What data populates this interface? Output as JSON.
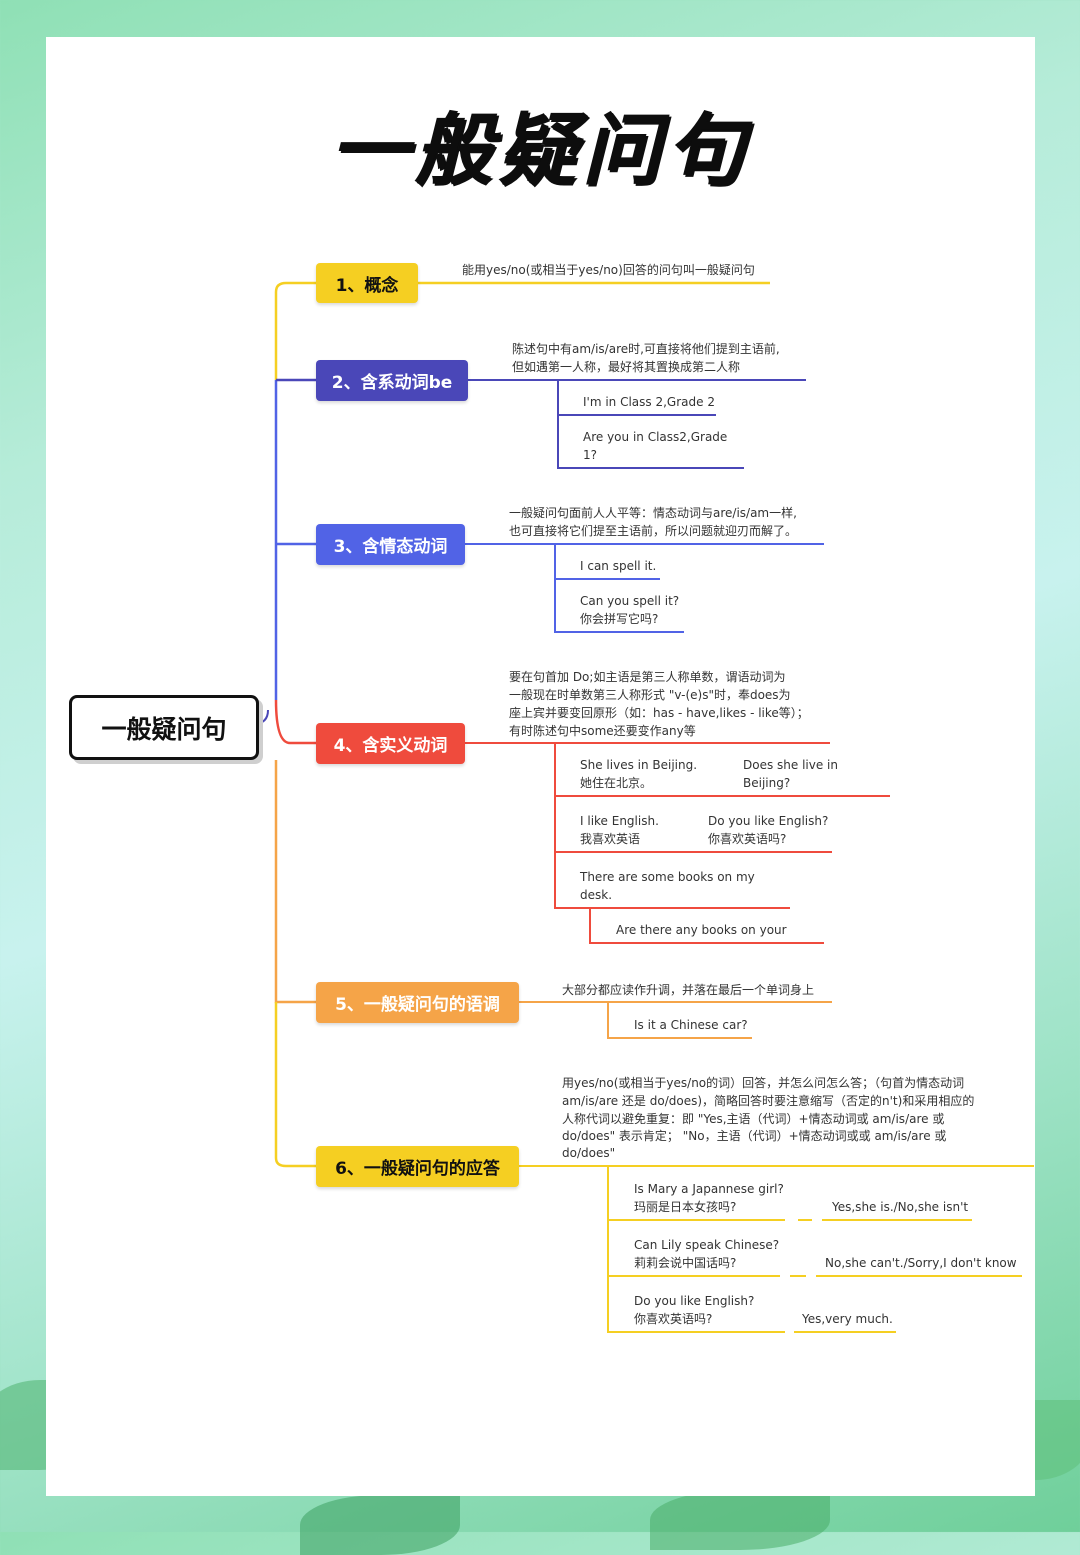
{
  "title": "一般疑问句",
  "root": "一般疑问句",
  "colors": {
    "yellow": "#f5cf22",
    "purple": "#4a47b8",
    "blue": "#5163e6",
    "red": "#ef4b3d",
    "orange": "#f5a448"
  },
  "branches": [
    {
      "label": "1、概念",
      "desc": "能用yes/no(或相当于yes/no)回答的问句叫一般疑问句"
    },
    {
      "label": "2、含系动词be",
      "desc": [
        "陈述句中有am/is/are时,可直接将他们提到主语前,",
        "但如遇第一人称，最好将其置换成第二人称"
      ],
      "items": [
        "I'm in Class 2,Grade 2",
        [
          "Are you in Class2,Grade",
          "1?"
        ]
      ]
    },
    {
      "label": "3、含情态动词",
      "desc": [
        "一般疑问句面前人人平等：情态动词与are/is/am一样,",
        "也可直接将它们提至主语前，所以问题就迎刃而解了。"
      ],
      "items": [
        "I can spell it.",
        [
          "Can you spell it?",
          "你会拼写它吗?"
        ]
      ]
    },
    {
      "label": "4、含实义动词",
      "desc": [
        "要在句首加 Do;如主语是第三人称单数，谓语动词为",
        "一般现在时单数第三人称形式 \"v-(e)s\"时，奉does为",
        "座上宾并要变回原形（如：has - have,likes - like等）；",
        "有时陈述句中some还要变作any等"
      ],
      "pairs": [
        {
          "a": [
            "She lives in Beijing.",
            "她住在北京。"
          ],
          "b": [
            "Does she live in",
            "Beijing?"
          ]
        },
        {
          "a": [
            "I like English.",
            "我喜欢英语"
          ],
          "b": [
            "Do you like English?",
            "你喜欢英语吗?"
          ]
        }
      ],
      "item3": [
        "There are some books on my",
        "desk."
      ],
      "item3sub": "Are there any books on your"
    },
    {
      "label": "5、一般疑问句的语调",
      "desc": "大部分都应读作升调，并落在最后一个单词身上",
      "items": [
        "Is it a Chinese car?"
      ]
    },
    {
      "label": "6、一般疑问句的应答",
      "desc": [
        "用yes/no(或相当于yes/no的词）回答，并怎么问怎么答；（句首为情态动词",
        " am/is/are 还是 do/does)，简略回答时要注意缩写（否定的n't)和采用相应的",
        "人称代词以避免重复：即 \"Yes,主语（代词）+情态动词或 am/is/are 或",
        " do/does\" 表示肯定； \"No，主语（代词）+情态动词或或 am/is/are 或",
        "do/does\""
      ],
      "pairs": [
        {
          "q": [
            "Is Mary a Japannese girl?",
            "玛丽是日本女孩吗?"
          ],
          "a": "Yes,she is./No,she isn't"
        },
        {
          "q": [
            "Can Lily speak Chinese?",
            "莉莉会说中国话吗?"
          ],
          "a": "No,she can't./Sorry,I don't know"
        },
        {
          "q": [
            "Do you like English?",
            "你喜欢英语吗?"
          ],
          "a": "Yes,very much."
        }
      ]
    }
  ]
}
